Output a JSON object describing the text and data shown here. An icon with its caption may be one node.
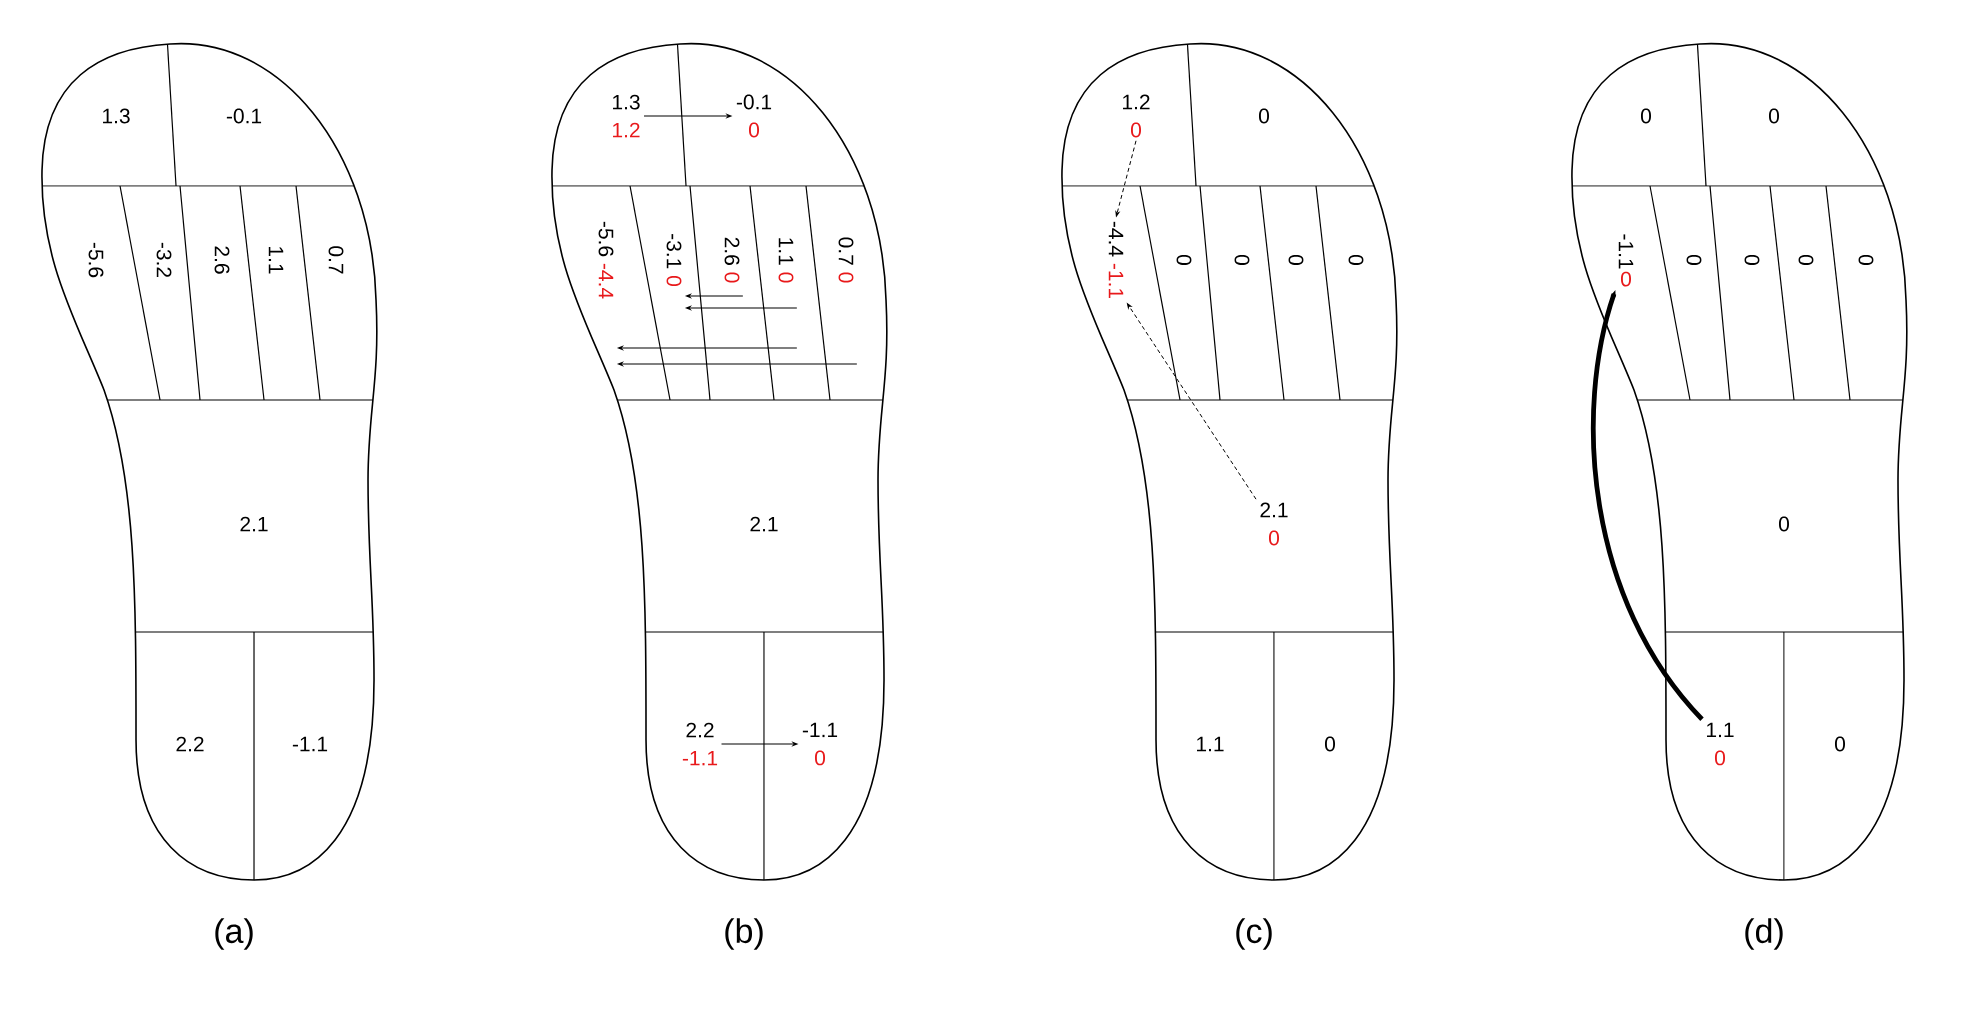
{
  "diagram": {
    "nodes": [
      {
        "text": [],
        "shape": "foot",
        "beside": [
          "(a)"
        ]
      },
      {
        "text": [
          "1.3"
        ],
        "in": 0
      },
      {
        "text": [
          "-0.1"
        ],
        "in": 0
      },
      {
        "text": [
          "-5.6"
        ],
        "in": 0
      },
      {
        "text": [
          "-3.2"
        ],
        "in": 0
      },
      {
        "text": [
          "2.6"
        ],
        "in": 0
      },
      {
        "text": [
          "1.1"
        ],
        "in": 0
      },
      {
        "text": [
          "0.7"
        ],
        "in": 0
      },
      {
        "text": [
          "2.1"
        ],
        "in": 0
      },
      {
        "text": [
          "2.2"
        ],
        "in": 0
      },
      {
        "text": [
          "-1.1"
        ],
        "in": 0
      },
      {
        "text": [],
        "shape": "foot",
        "beside": [
          "(b)"
        ]
      },
      {
        "text": [
          "1.3",
          "1.2"
        ],
        "in": 11
      },
      {
        "text": [
          "-0.1",
          "0"
        ],
        "in": 11
      },
      {
        "text": [
          "-5.6",
          "-4.4"
        ],
        "in": 11
      },
      {
        "text": [
          "-3.1",
          "0"
        ],
        "in": 11
      },
      {
        "text": [
          "2.6",
          "0"
        ],
        "in": 11
      },
      {
        "text": [
          "1.1",
          "0"
        ],
        "in": 11
      },
      {
        "text": [
          "0.7",
          "0"
        ],
        "in": 11
      },
      {
        "text": [
          "2.1"
        ],
        "in": 11
      },
      {
        "text": [
          "2.2",
          "-1.1"
        ],
        "in": 11
      },
      {
        "text": [
          "-1.1",
          "0"
        ],
        "in": 11
      },
      {
        "text": [],
        "shape": "foot",
        "beside": [
          "(c)"
        ]
      },
      {
        "text": [
          "1.2",
          "0"
        ],
        "in": 22
      },
      {
        "text": [
          "0"
        ],
        "in": 22
      },
      {
        "text": [
          "-4.4",
          "-1.1"
        ],
        "in": 22
      },
      {
        "text": [
          "0"
        ],
        "in": 22
      },
      {
        "text": [
          "0"
        ],
        "in": 22
      },
      {
        "text": [
          "0"
        ],
        "in": 22
      },
      {
        "text": [
          "0"
        ],
        "in": 22
      },
      {
        "text": [
          "2.1",
          "0"
        ],
        "in": 22
      },
      {
        "text": [
          "1.1"
        ],
        "in": 22
      },
      {
        "text": [
          "0"
        ],
        "in": 22
      },
      {
        "text": [],
        "shape": "foot",
        "beside": [
          "(d)"
        ]
      },
      {
        "text": [
          "0"
        ],
        "in": 33
      },
      {
        "text": [
          "0"
        ],
        "in": 33
      },
      {
        "text": [
          "-1.1",
          "0"
        ],
        "in": 33
      },
      {
        "text": [
          "0"
        ],
        "in": 33
      },
      {
        "text": [
          "0"
        ],
        "in": 33
      },
      {
        "text": [
          "0"
        ],
        "in": 33
      },
      {
        "text": [
          "0"
        ],
        "in": 33
      },
      {
        "text": [
          "0"
        ],
        "in": 33
      },
      {
        "text": [
          "1.1",
          "0"
        ],
        "in": 33
      },
      {
        "text": [
          "0"
        ],
        "in": 33
      }
    ],
    "edges": [
      {
        "from": 12,
        "to": 13,
        "arrow": "to"
      },
      {
        "from": 16,
        "to": 15,
        "arrow": "to"
      },
      {
        "from": 17,
        "to": 15,
        "arrow": "to"
      },
      {
        "from": 17,
        "to": 14,
        "arrow": "to"
      },
      {
        "from": 18,
        "to": 14,
        "arrow": "to"
      },
      {
        "from": 20,
        "to": 21,
        "arrow": "to"
      },
      {
        "from": 23,
        "to": 25,
        "arrow": "to",
        "style": "dashed"
      },
      {
        "from": 30,
        "to": 25,
        "arrow": "to",
        "style": "dashed"
      },
      {
        "from": 42,
        "to": 36,
        "arrow": "to",
        "style": "thick"
      }
    ]
  }
}
